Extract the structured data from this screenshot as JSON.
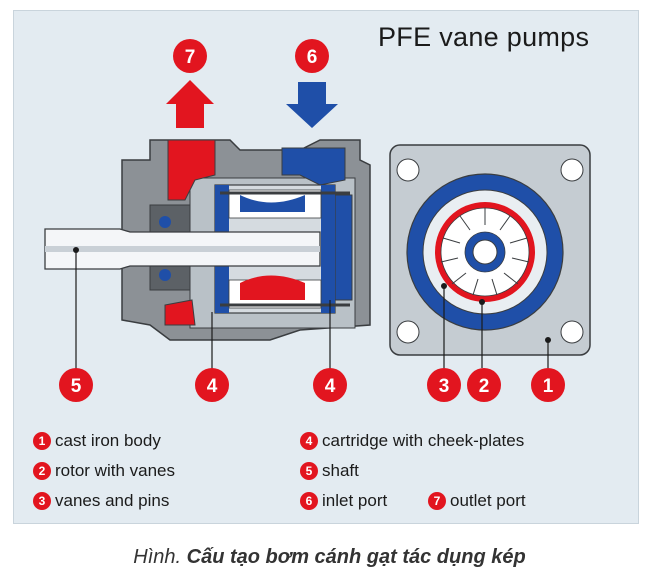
{
  "title": "PFE vane pumps",
  "top_markers": {
    "outlet": "7",
    "inlet": "6"
  },
  "bottom_markers": [
    "5",
    "4",
    "4",
    "3",
    "2",
    "1"
  ],
  "legend": [
    {
      "num": "1",
      "text": "cast iron body"
    },
    {
      "num": "2",
      "text": "rotor with vanes"
    },
    {
      "num": "3",
      "text": "vanes and pins"
    },
    {
      "num": "4",
      "text": "cartridge with cheek-plates"
    },
    {
      "num": "5",
      "text": "shaft"
    },
    {
      "num": "6",
      "text": "inlet port"
    },
    {
      "num": "7",
      "text": "outlet port"
    }
  ],
  "caption": {
    "lead": "Hình. ",
    "rest": "Cấu tạo bơm cánh gạt tác dụng kép"
  },
  "colors": {
    "red": "#e2151f",
    "blue": "#1f4fa8",
    "body_gray": "#8c9196",
    "panel": "#e3ebf1"
  }
}
